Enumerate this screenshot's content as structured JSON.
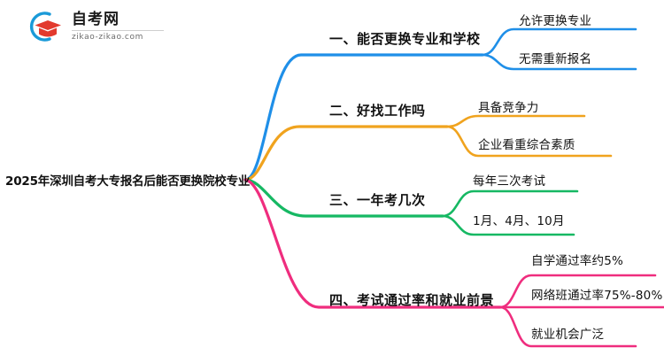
{
  "logo": {
    "name": "自考网",
    "domain": "zikao-zikao.com",
    "mark_icon": "graduation-cap-logo-icon",
    "arc_color": "#1a9ad8",
    "cap_color": "#e23a2e"
  },
  "mindmap": {
    "root": {
      "text": "2025年深圳自考大专报名后能否更换院校专业"
    },
    "branches": [
      {
        "index": "1",
        "color": "#1f8fe8",
        "label": "一、能否更换专业和学校",
        "leaves": [
          {
            "label": "允许更换专业"
          },
          {
            "label": "无需重新报名"
          }
        ]
      },
      {
        "index": "2",
        "color": "#f0a31e",
        "label": "二、好找工作吗",
        "leaves": [
          {
            "label": "具备竞争力"
          },
          {
            "label": "企业看重综合素质"
          }
        ]
      },
      {
        "index": "3",
        "color": "#16b863",
        "label": "三、一年考几次",
        "leaves": [
          {
            "label": "每年三次考试"
          },
          {
            "label": "1月、4月、10月"
          }
        ]
      },
      {
        "index": "4",
        "color": "#ef2d7e",
        "label": "四、考试通过率和就业前景",
        "leaves": [
          {
            "label": "自学通过率约5%"
          },
          {
            "label": "网络班通过率75%-80%"
          },
          {
            "label": "就业机会广泛"
          }
        ]
      }
    ]
  }
}
